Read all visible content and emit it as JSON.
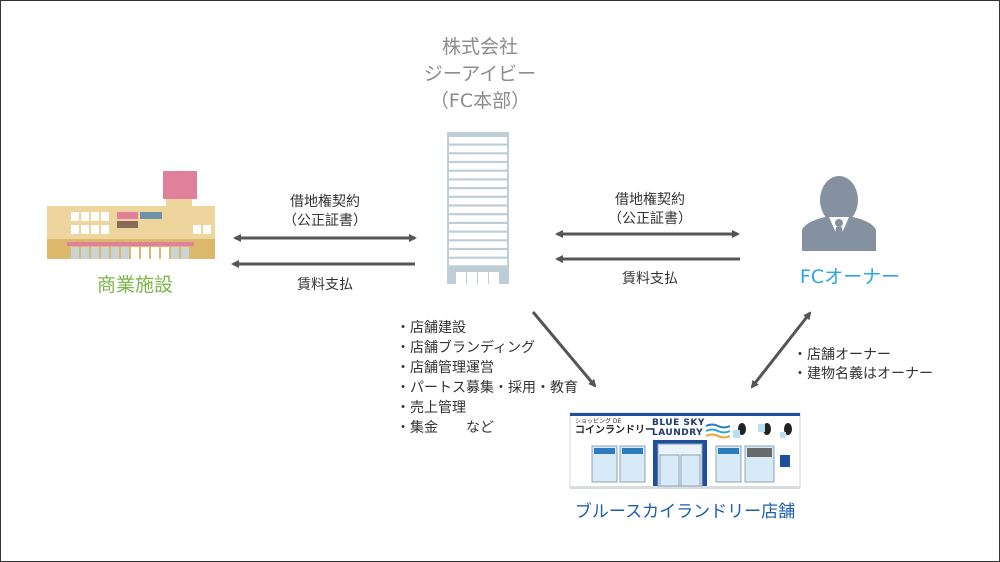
{
  "hq": {
    "line1": "株式会社",
    "line2": "ジーアイビー",
    "line3": "（FC本部）"
  },
  "facility": {
    "label": "商業施設",
    "color": "#7ab648"
  },
  "owner": {
    "label": "FCオーナー",
    "color": "#2aa6e0"
  },
  "store": {
    "label": "ブルースカイランドリー店舗",
    "label_color": "#1a5fae",
    "sign_small": "ショッピング DE",
    "sign_large": "コインランドリー",
    "brand_line1": "BLUE SKY",
    "brand_line2": "LAUNDRY"
  },
  "left_relation": {
    "contract_line1": "借地権契約",
    "contract_line2": "（公正証書）",
    "payment": "賃料支払"
  },
  "right_relation": {
    "contract_line1": "借地権契約",
    "contract_line2": "（公正証書）",
    "payment": "賃料支払"
  },
  "hq_services": [
    "・店舗建設",
    "・店舗ブランディング",
    "・店舗管理運営",
    "・パートス募集・採用・教育",
    "・売上管理",
    "・集金　　など"
  ],
  "owner_notes": [
    "・店舗オーナー",
    "・建物名義はオーナー"
  ]
}
